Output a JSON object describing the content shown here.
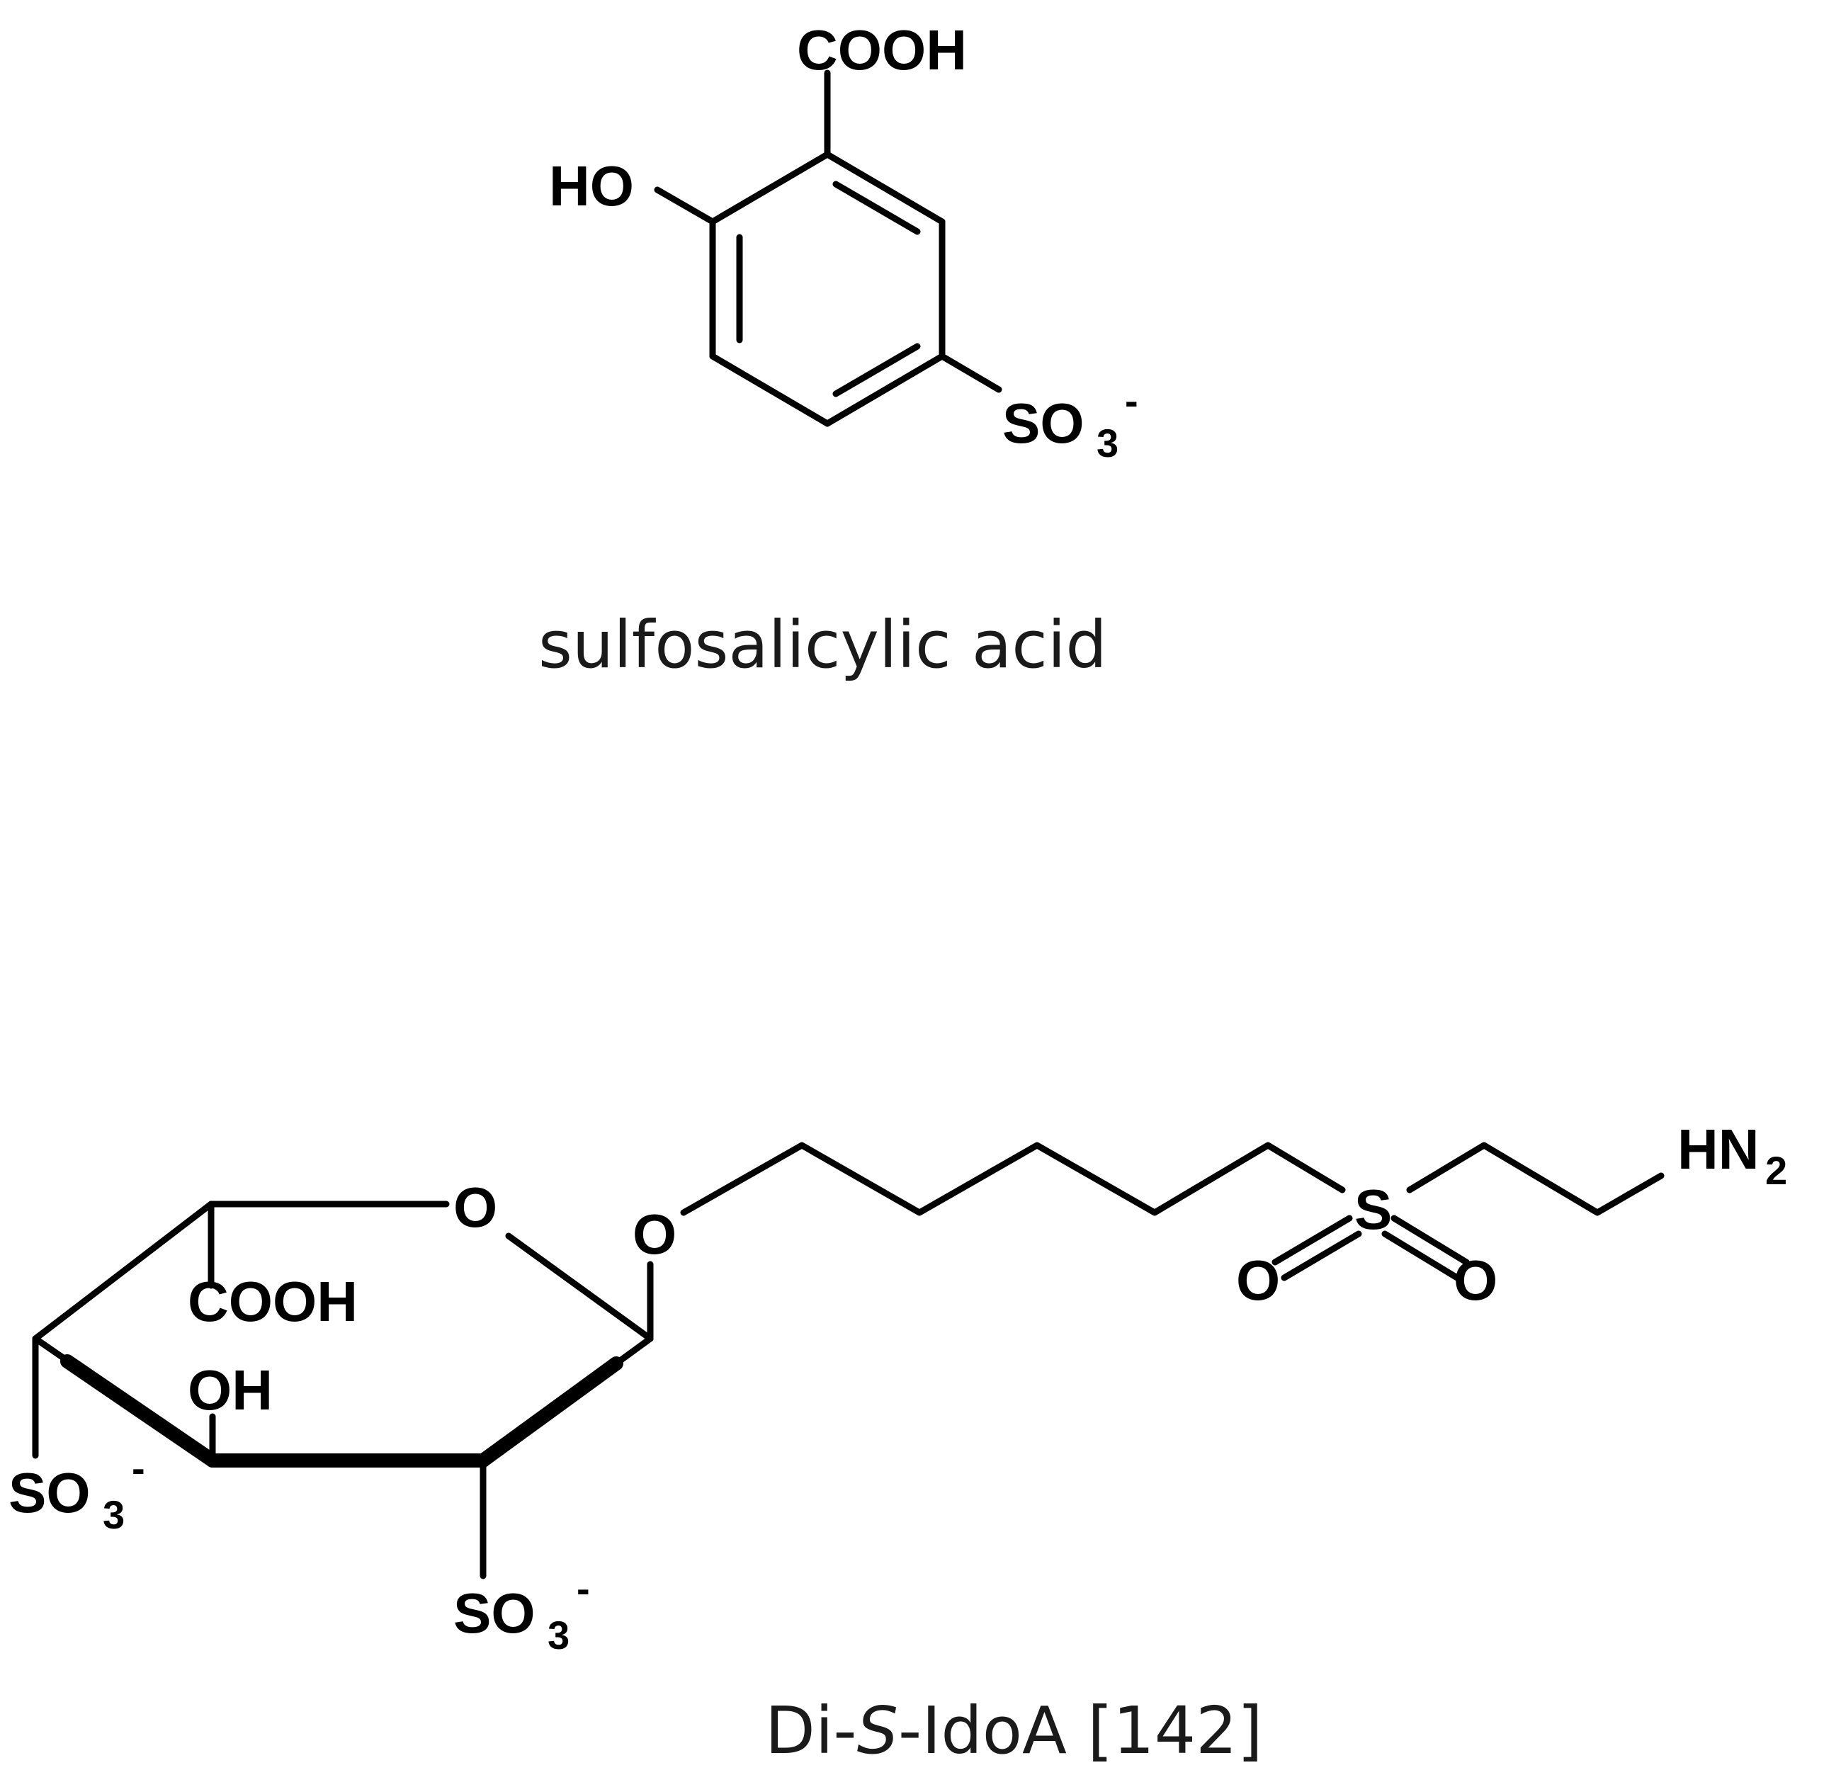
{
  "structures": {
    "sulfosalicylic": {
      "caption": "sulfosalicylic acid",
      "labels": {
        "cooh": "COOH",
        "ho": "HO",
        "so3": "SO",
        "so3_sub": "3",
        "so3_charge": "-"
      }
    },
    "di_s_idoa": {
      "caption_prefix": "Di-",
      "caption_italic": "S",
      "caption_suffix": "-IdoA [142]",
      "labels": {
        "ring_o": "O",
        "glyco_o": "O",
        "cooh": "COOH",
        "oh": "OH",
        "so3_left": "SO",
        "so3_left_sub": "3",
        "so3_left_charge": "-",
        "so3_bottom": "SO",
        "so3_bottom_sub": "3",
        "so3_bottom_charge": "-",
        "sulfonyl_s": "S",
        "sulfonyl_o1": "O",
        "sulfonyl_o2": "O",
        "amine": "HN",
        "amine_sub": "2"
      }
    }
  }
}
